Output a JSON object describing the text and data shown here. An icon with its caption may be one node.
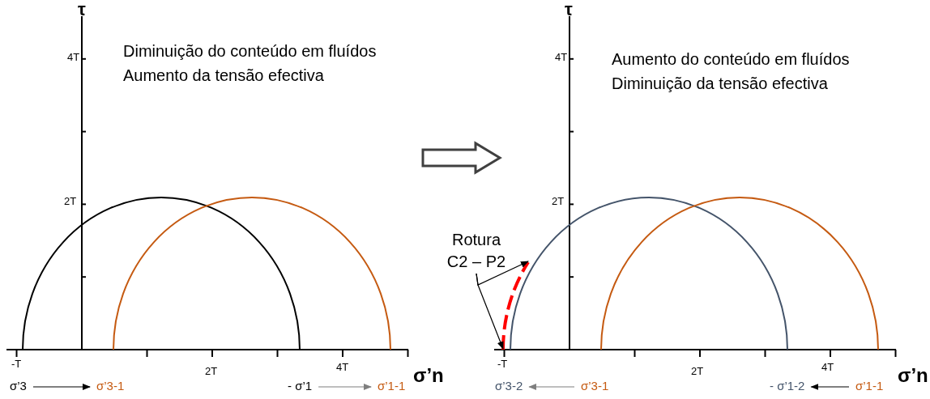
{
  "diagram": {
    "nodes": [
      {
        "text": [
          "Diminuição do conteúdo em fluídos",
          "Aumento da tensão efectiva"
        ]
      },
      {
        "text": [
          "Aumento do conteúdo em fluídos",
          "Diminuição da tensão efectiva"
        ]
      },
      {
        "text": [
          "Rotura C2 – P2"
        ]
      },
      {
        "text": [],
        "shape": "arc"
      },
      {
        "text": [
          "σ’3"
        ]
      },
      {
        "text": [
          "σ’3-1"
        ]
      },
      {
        "text": [
          "- σ’1"
        ]
      },
      {
        "text": [
          "σ’1-1"
        ]
      },
      {
        "text": [
          "σ’3-2"
        ]
      },
      {
        "text": [
          "σ’3-1"
        ]
      },
      {
        "text": [
          "- σ’1-2"
        ]
      },
      {
        "text": [
          "σ’1-1"
        ]
      }
    ],
    "edges": [
      {
        "from": 2,
        "to": 3,
        "arrow": "to"
      },
      {
        "from": 2,
        "to": 3,
        "arrow": "to"
      },
      {
        "from": 4,
        "to": 5,
        "arrow": "to"
      },
      {
        "from": 6,
        "to": 7,
        "arrow": "to",
        "color": "#7f7f7f"
      },
      {
        "from": 9,
        "to": 8,
        "arrow": "to",
        "color": "#7f7f7f"
      },
      {
        "from": 11,
        "to": 10,
        "arrow": "to"
      }
    ],
    "labels": [
      "τ",
      "4T",
      "2T",
      "-T",
      "2T",
      "4T",
      "σ’n",
      "τ",
      "4T",
      "2T",
      "-T",
      "2T",
      "4T",
      "σ’n"
    ]
  }
}
